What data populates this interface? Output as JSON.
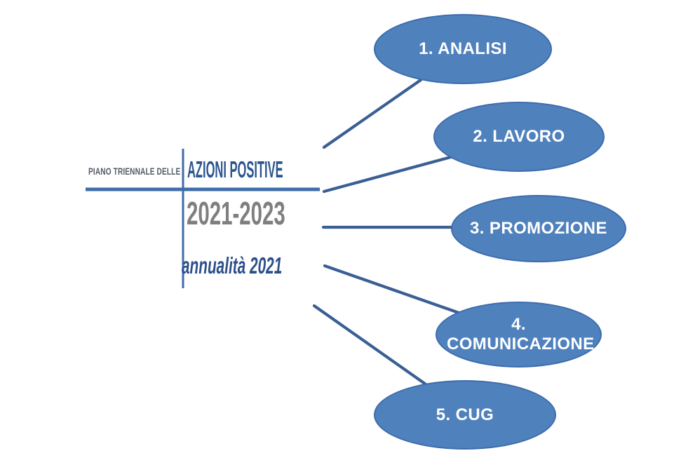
{
  "colors": {
    "node_fill": "#4F81BD",
    "node_border": "#3D6CAC",
    "node_text": "#FFFFFF",
    "connector": "#3A5F94",
    "axis_line": "#3E6DA8",
    "title_blue": "#2B5590",
    "period_gray": "#7F7F7F",
    "annuality_blue": "#2C4F8C",
    "eyebrow_gray": "#545B66",
    "background": "#FFFFFF"
  },
  "center": {
    "eyebrow": "PIANO TRIENNALE DELLE",
    "title": "AZIONI POSITIVE",
    "period": "2021-2023",
    "annuality": "annualità 2021"
  },
  "nodes": [
    {
      "label": "1. ANALISI"
    },
    {
      "label": "2. LAVORO"
    },
    {
      "label": "3. PROMOZIONE"
    },
    {
      "label": "4. COMUNICAZIONE"
    },
    {
      "label": "5. CUG"
    }
  ]
}
